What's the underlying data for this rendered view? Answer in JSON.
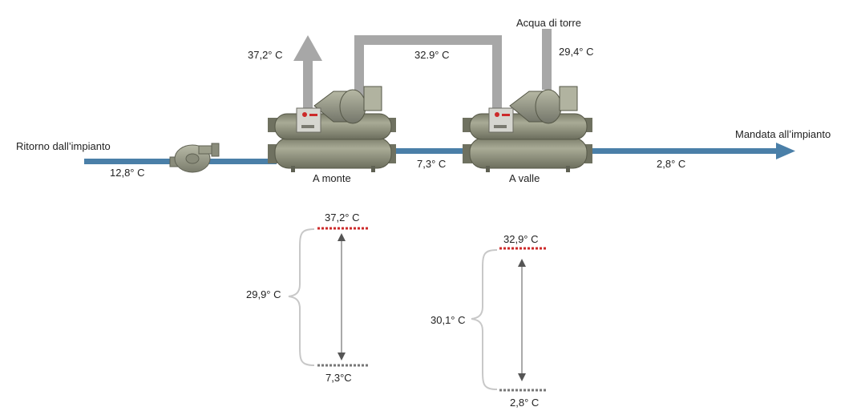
{
  "colors": {
    "water_pipe": "#4a7fa8",
    "tower_pipe": "#a7a7a7",
    "chiller_body": "#959782",
    "chiller_dark": "#6f7160",
    "hot_level": "#cc2a2a",
    "cold_level": "#777777",
    "bracket": "#c8c8c8",
    "arrow": "#555555"
  },
  "labels": {
    "return_from_plant": "Ritorno dall’impianto",
    "supply_to_plant": "Mandata all’impianto",
    "tower_water": "Acqua di torre",
    "upstream_chiller": "A monte",
    "downstream_chiller": "A valle"
  },
  "temperatures": {
    "return_water": "12,8° C",
    "between_chillers": "7,3° C",
    "supply_water": "2,8° C",
    "tower_in": "29,4° C",
    "tower_between": "32.9° C",
    "tower_out": "37,2° C"
  },
  "lift_upstream": {
    "top": "37,2° C",
    "bottom": "7,3°C",
    "difference": "29,9° C"
  },
  "lift_downstream": {
    "top": "32,9° C",
    "bottom": "2,8° C",
    "difference": "30,1° C"
  }
}
